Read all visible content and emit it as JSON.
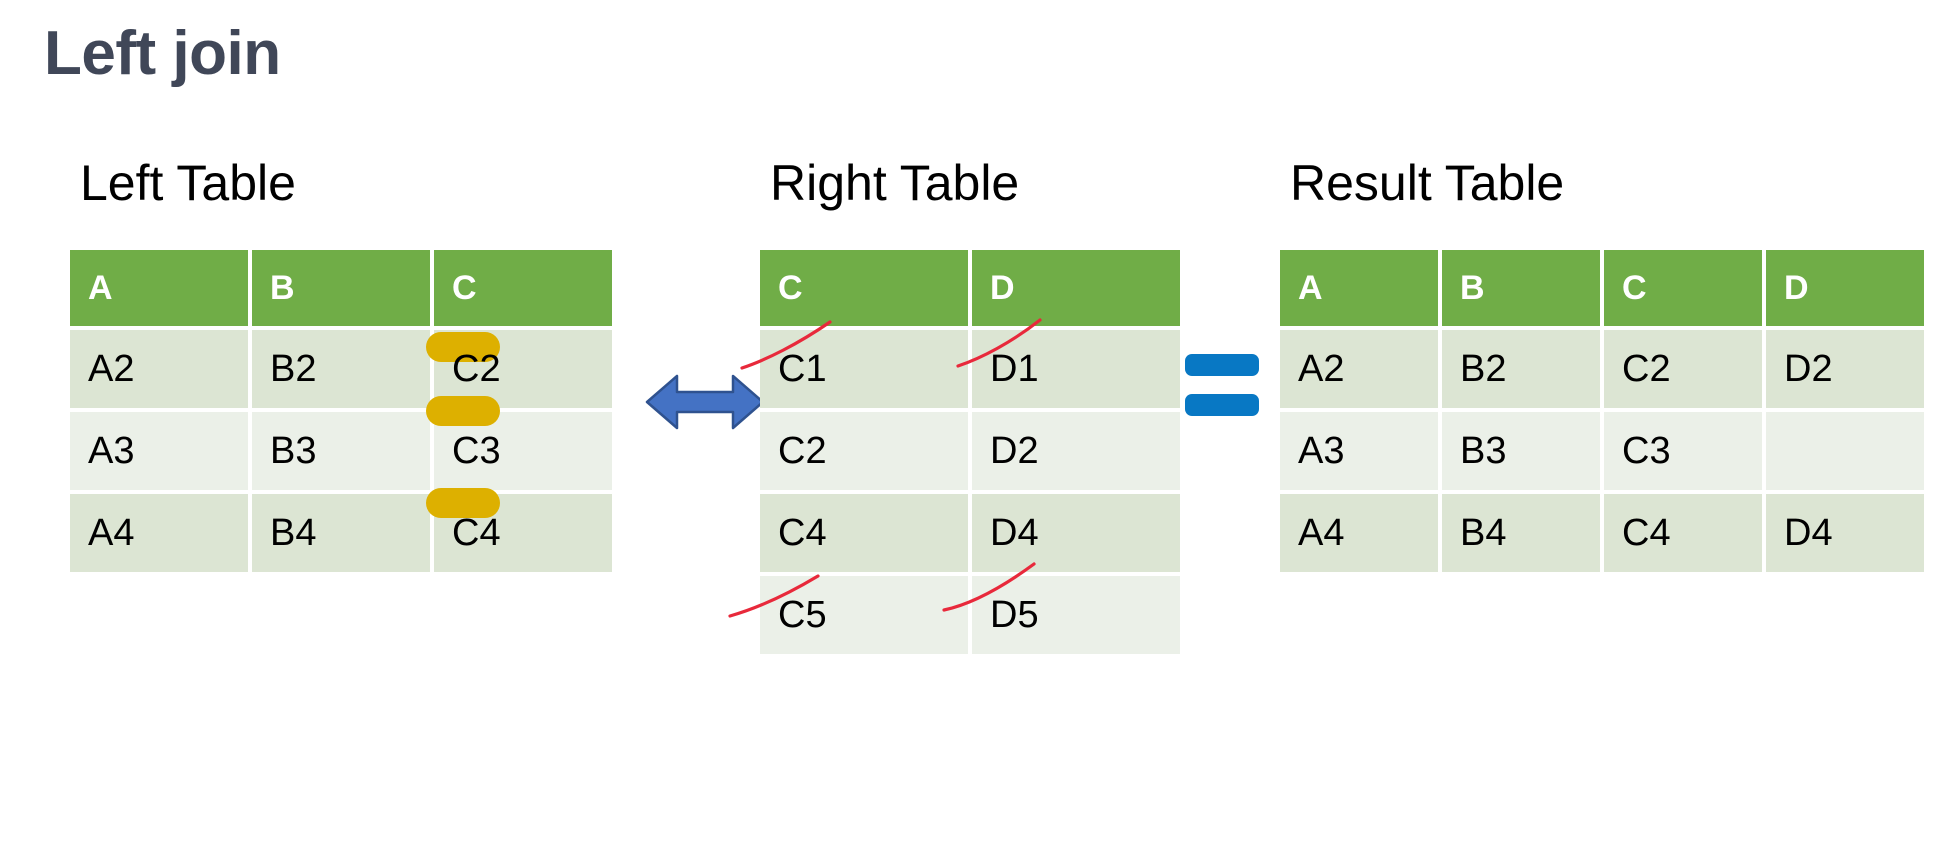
{
  "slide": {
    "title": "Left join",
    "background_color": "#FFFFFF",
    "title_color": "#404758"
  },
  "palette": {
    "header_green": "#70AD47",
    "band_dark": "#DCE5D3",
    "band_light": "#EBF0E8",
    "highlighter_yellow": "#DDB000",
    "strike_red": "#E8293B",
    "arrow_blue": "#4472C4",
    "arrow_outline": "#2F528F",
    "equals_blue": "#0878C4"
  },
  "left_table": {
    "caption": "Left Table",
    "columns": [
      "A",
      "B",
      "C"
    ],
    "rows": [
      {
        "A": "A2",
        "B": "B2",
        "C": "C2",
        "highlight": [
          "C"
        ]
      },
      {
        "A": "A3",
        "B": "B3",
        "C": "C3",
        "highlight": [
          "C"
        ]
      },
      {
        "A": "A4",
        "B": "B4",
        "C": "C4",
        "highlight": [
          "C"
        ]
      }
    ]
  },
  "right_table": {
    "caption": "Right Table",
    "columns": [
      "C",
      "D"
    ],
    "rows": [
      {
        "C": "C1",
        "D": "D1",
        "struck": [
          "C",
          "D"
        ]
      },
      {
        "C": "C2",
        "D": "D2",
        "struck": []
      },
      {
        "C": "C4",
        "D": "D4",
        "struck": []
      },
      {
        "C": "C5",
        "D": "D5",
        "struck": [
          "C",
          "D"
        ]
      }
    ]
  },
  "result_table": {
    "caption": "Result Table",
    "columns": [
      "A",
      "B",
      "C",
      "D"
    ],
    "rows": [
      {
        "A": "A2",
        "B": "B2",
        "C": "C2",
        "D": "D2"
      },
      {
        "A": "A3",
        "B": "B3",
        "C": "C3",
        "D": ""
      },
      {
        "A": "A4",
        "B": "B4",
        "C": "C4",
        "D": "D4"
      }
    ]
  },
  "connectors": {
    "join_arrow": {
      "icon": "double-headed-arrow-icon",
      "direction": "horizontal"
    },
    "equals": {
      "icon": "equals-icon"
    }
  }
}
